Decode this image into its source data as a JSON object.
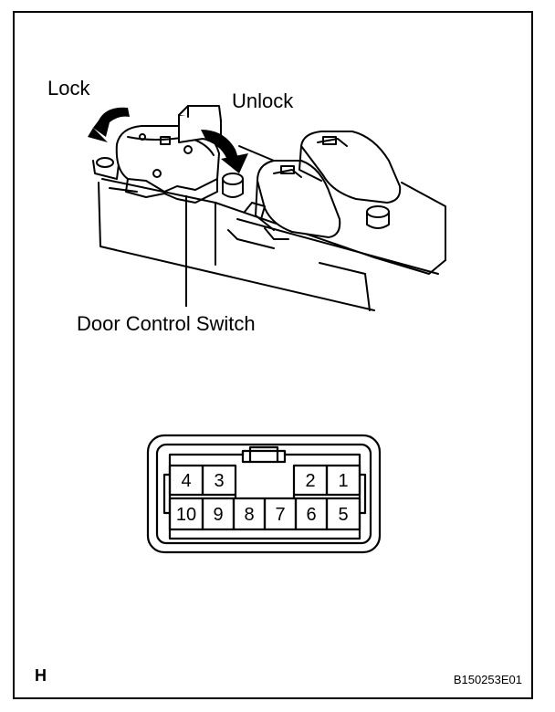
{
  "labels": {
    "lock": "Lock",
    "unlock": "Unlock",
    "part_name": "Door Control Switch",
    "view_code": "H",
    "figure_id": "B150253E01"
  },
  "connector": {
    "top_row": [
      "4",
      "3",
      "2",
      "1"
    ],
    "bottom_row": [
      "10",
      "9",
      "8",
      "7",
      "6",
      "5"
    ]
  },
  "icons": [
    "lock-rotation-arrow-icon",
    "unlock-rotation-arrow-icon"
  ]
}
